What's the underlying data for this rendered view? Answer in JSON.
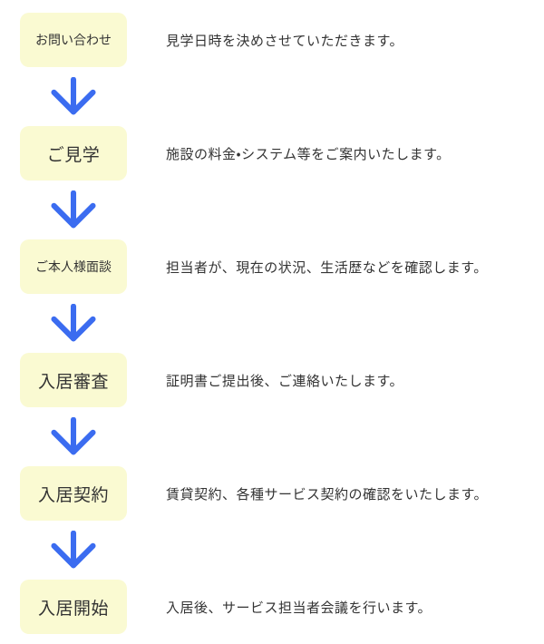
{
  "colors": {
    "box_bg": "#fafad2",
    "arrow": "#3b6cf0",
    "text": "#333333"
  },
  "icons": {
    "between_steps": "down-arrow-icon"
  },
  "steps": [
    {
      "label": "お問い合わせ",
      "description": "見学日時を決めさせていただきます。"
    },
    {
      "label": "ご見学",
      "description": "施設の料金・システム等をご案内いたします。"
    },
    {
      "label": "ご本人様面談",
      "description": "担当者が、現在の状況、生活歴などを確認します。"
    },
    {
      "label": "入居審査",
      "description": "証明書ご提出後、ご連絡いたします。"
    },
    {
      "label": "入居契約",
      "description": "賃貸契約、各種サービス契約の確認をいたします。"
    },
    {
      "label": "入居開始",
      "description": "入居後、サービス担当者会議を行います。"
    }
  ]
}
